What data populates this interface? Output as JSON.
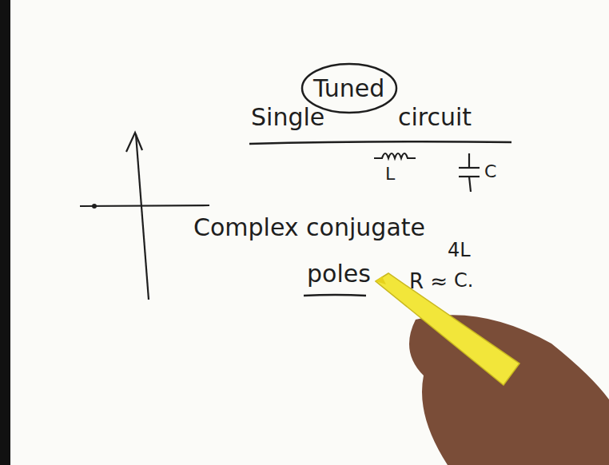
{
  "diagram": {
    "nodes": [
      {
        "text": [
          "Tuned"
        ]
      }
    ],
    "labels": [
      "Single",
      "circuit",
      "L",
      "C",
      "Complex conjugate",
      "poles",
      "R ≈",
      "4L",
      "C."
    ]
  }
}
